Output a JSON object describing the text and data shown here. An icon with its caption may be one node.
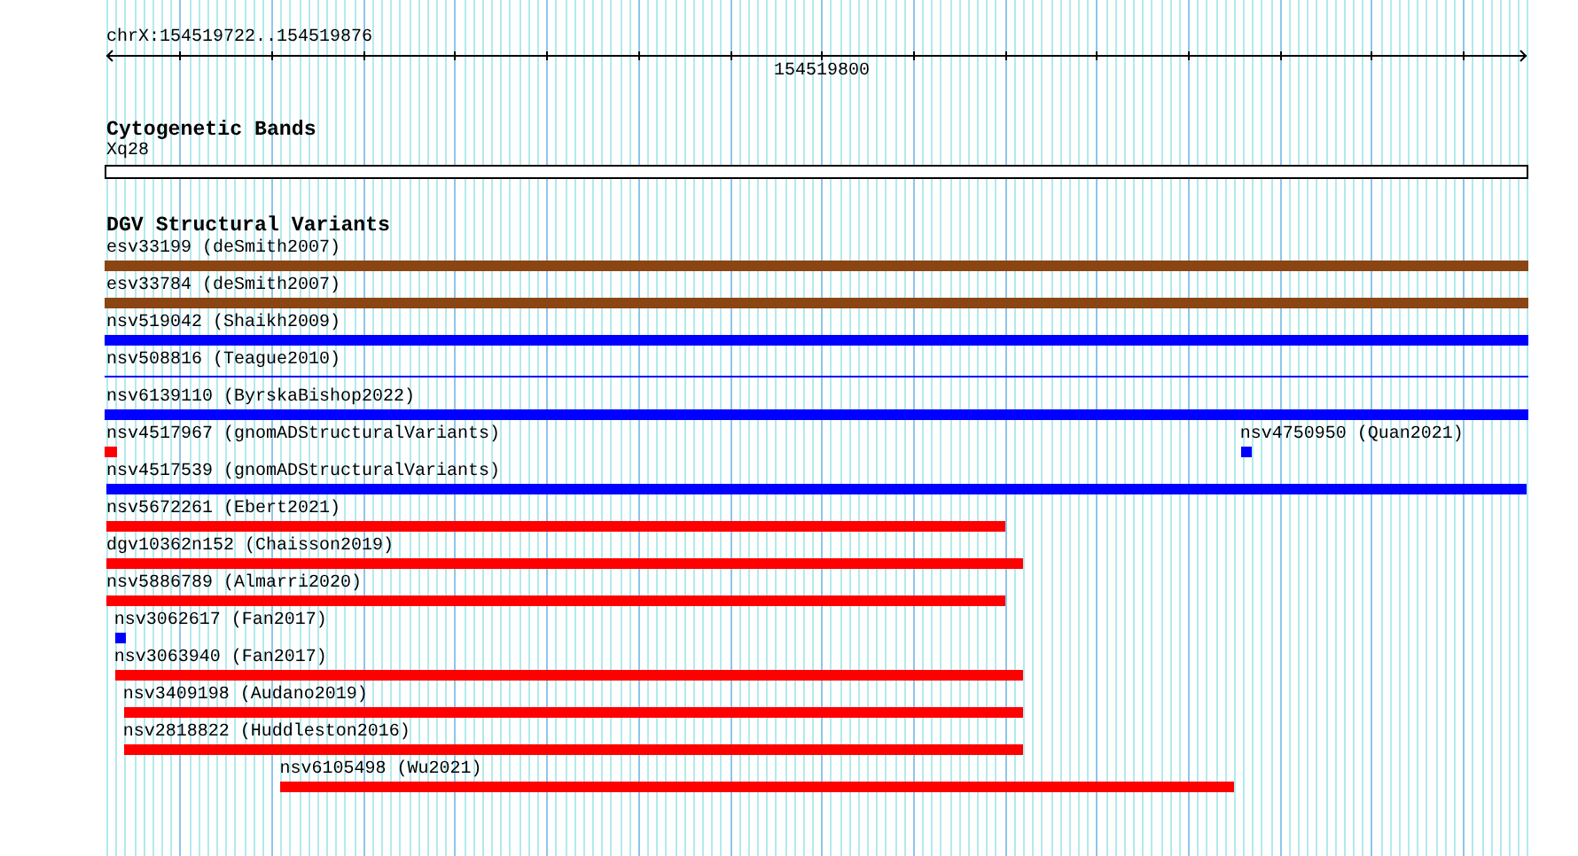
{
  "diagram": {
    "nodes": [
      {
        "text": [
          "Xq28"
        ]
      },
      {
        "text": [
          "esv33199 (deSmith2007)"
        ]
      },
      {
        "text": [
          "esv33784 (deSmith2007)"
        ]
      },
      {
        "text": [
          "nsv519042 (Shaikh2009)"
        ]
      },
      {
        "text": [
          "nsv508816 (Teague2010)"
        ]
      },
      {
        "text": [
          "nsv6139110 (ByrskaBishop2022)"
        ]
      },
      {
        "text": [
          "nsv4517967 (gnomADStructuralVariants)"
        ]
      },
      {
        "text": [
          "nsv4750950 (Quan2021)"
        ]
      },
      {
        "text": [
          "nsv4517539 (gnomADStructuralVariants)"
        ]
      },
      {
        "text": [
          "nsv5672261 (Ebert2021)"
        ]
      },
      {
        "text": [
          "dgv10362n152 (Chaisson2019)"
        ]
      },
      {
        "text": [
          "nsv5886789 (Almarri2020)"
        ]
      },
      {
        "text": [
          "nsv3062617 (Fan2017)"
        ]
      },
      {
        "text": [
          "nsv3063940 (Fan2017)"
        ]
      },
      {
        "text": [
          "nsv3409198 (Audano2019)"
        ]
      },
      {
        "text": [
          "nsv2818822 (Huddleston2016)"
        ]
      },
      {
        "text": [
          "nsv6105498 (Wu2021)"
        ]
      }
    ],
    "labels": [
      "chrX:154519722..154519876",
      "154519800",
      "Cytogenetic Bands",
      "DGV Structural Variants"
    ]
  }
}
